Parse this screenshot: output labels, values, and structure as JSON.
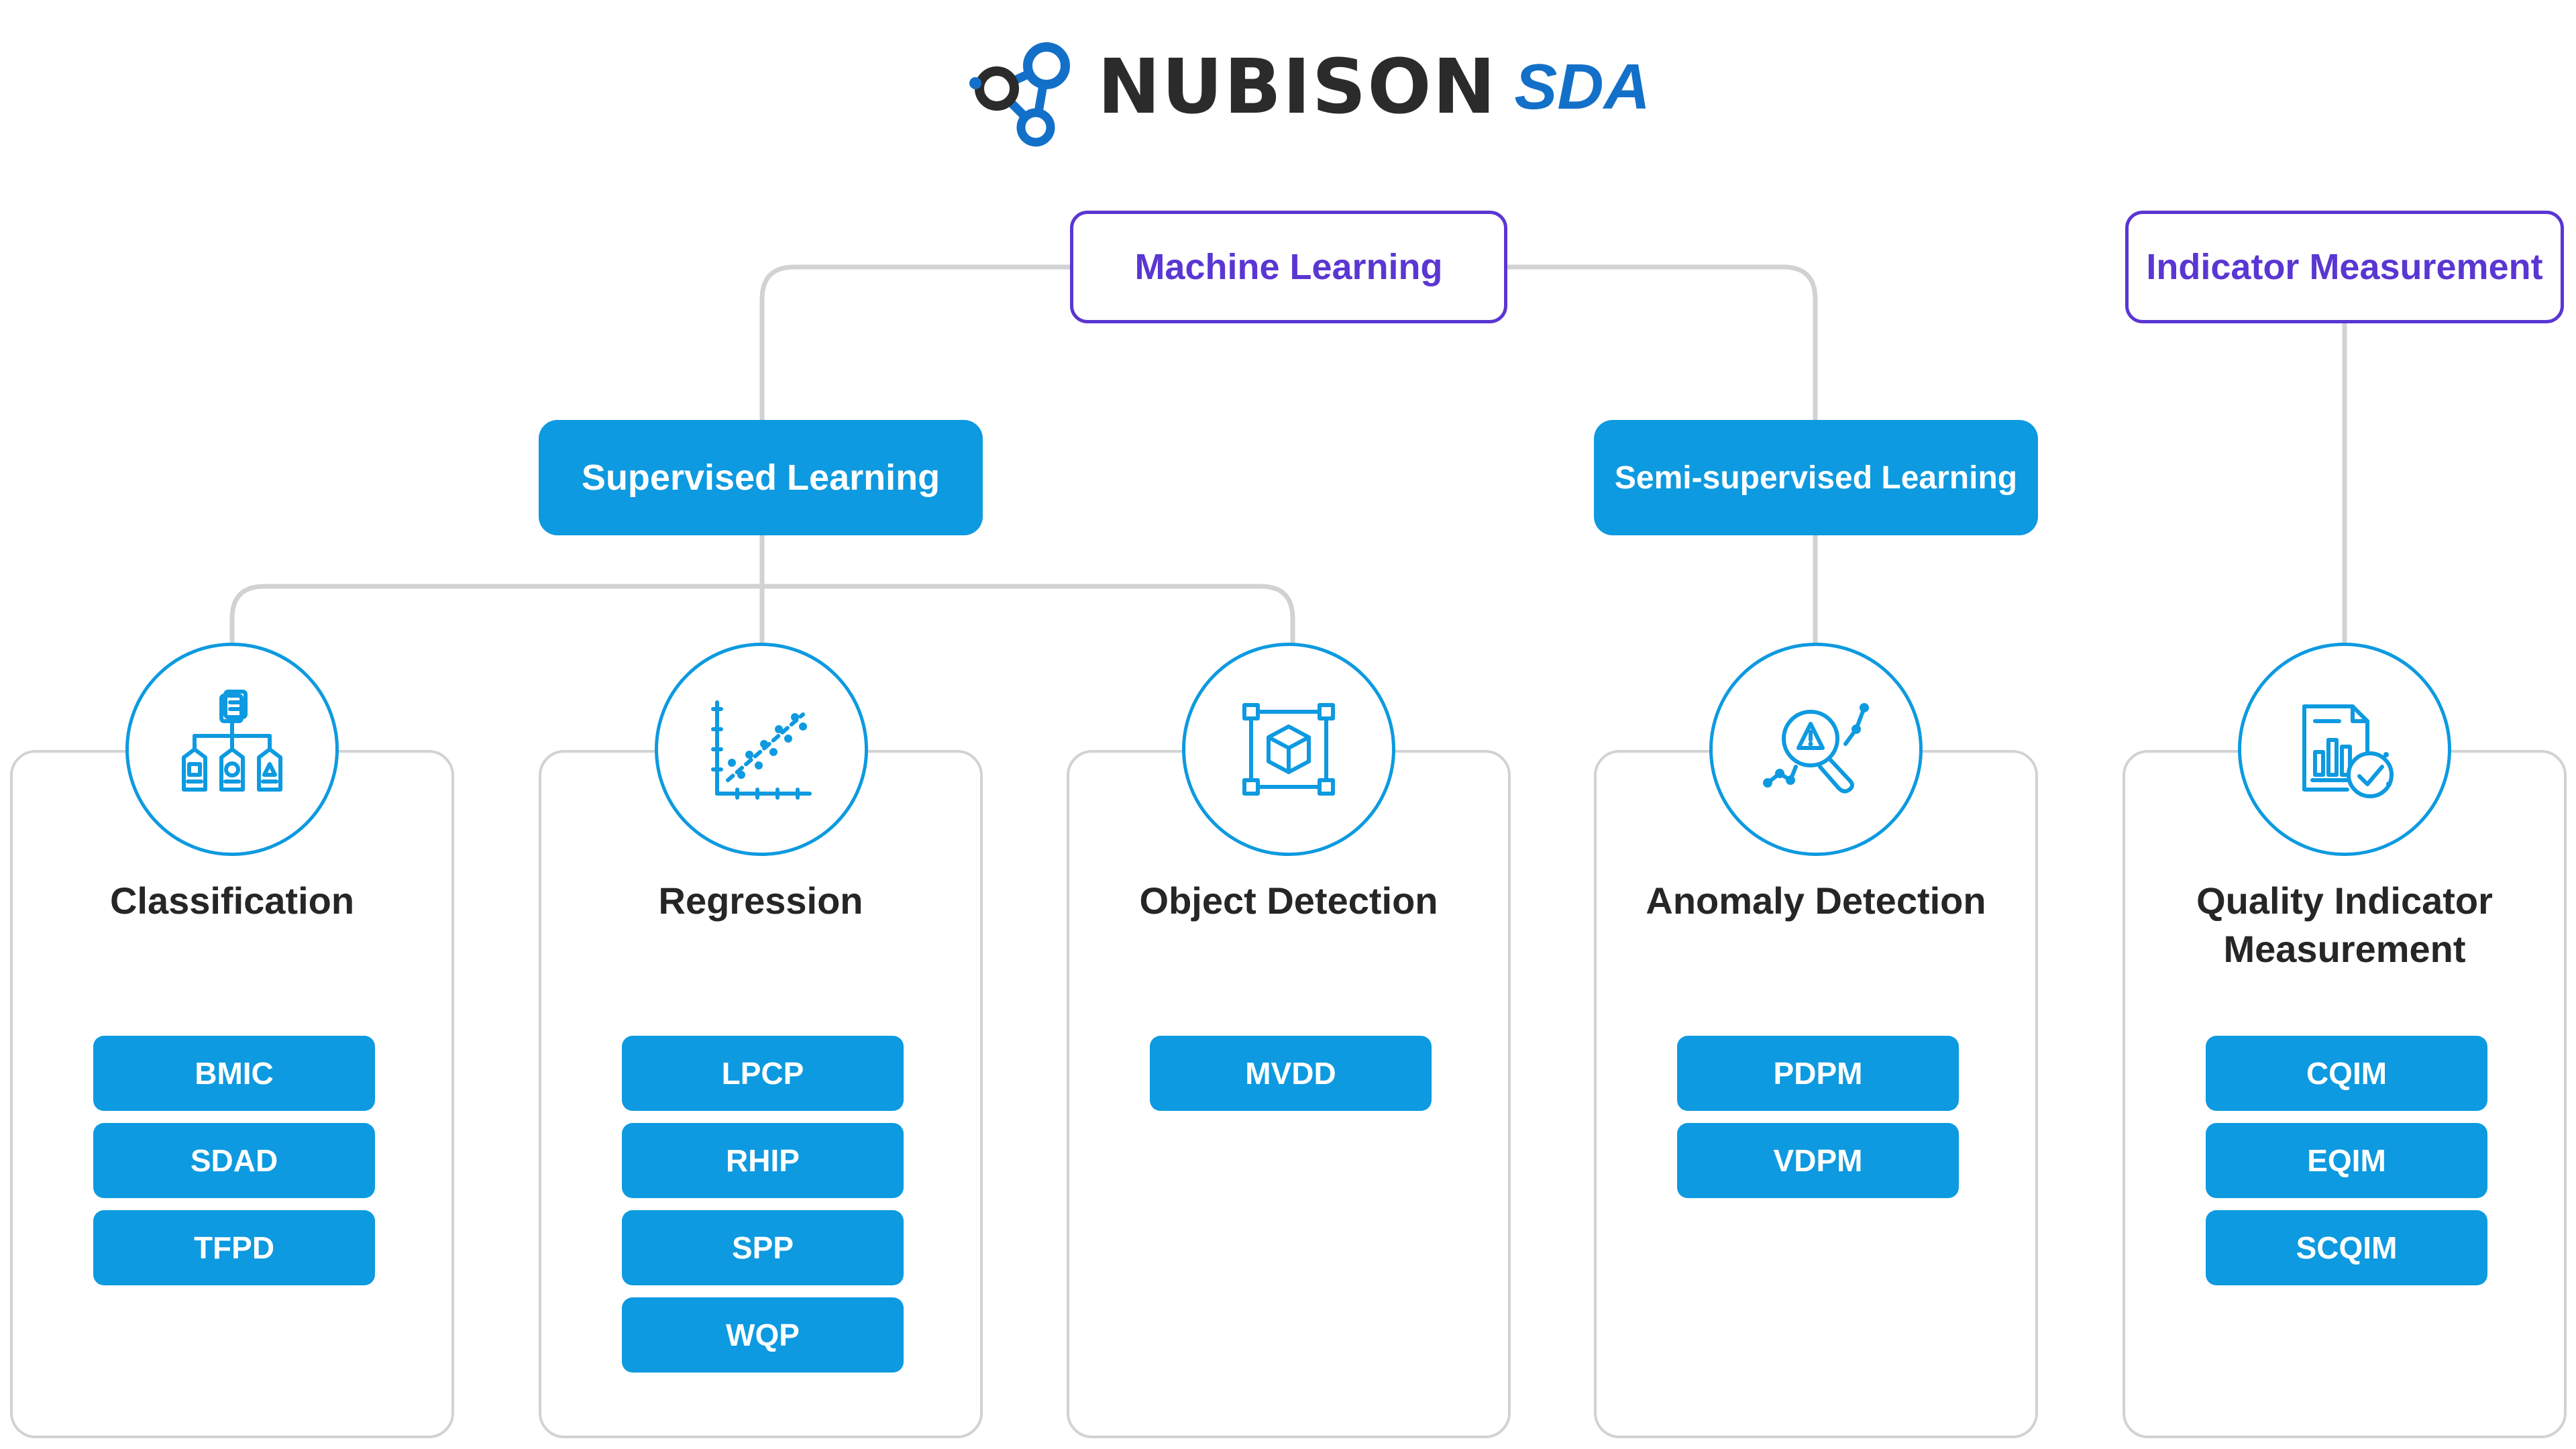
{
  "logo": {
    "icon": "molecule-icon",
    "wordmark": "NUBISON",
    "accent": "SDA"
  },
  "colors": {
    "accent": "#0d9ae0",
    "heading": "#5a36d2",
    "connector": "#d2d2d2",
    "logo_dark": "#2b2b2b",
    "logo_blue": "#1370c8"
  },
  "top_nodes": {
    "machine_learning": "Machine Learning",
    "indicator_measurement": "Indicator Measurement"
  },
  "branches": {
    "supervised": "Supervised Learning",
    "semi_supervised": "Semi-supervised Learning"
  },
  "categories": [
    {
      "title": "Classification",
      "icon": "hierarchy-icon",
      "items": [
        "BMIC",
        "SDAD",
        "TFPD"
      ]
    },
    {
      "title": "Regression",
      "icon": "scatter-plot-icon",
      "items": [
        "LPCP",
        "RHIP",
        "SPP",
        "WQP"
      ]
    },
    {
      "title": "Object Detection",
      "icon": "bounding-box-icon",
      "items": [
        "MVDD"
      ]
    },
    {
      "title": "Anomaly Detection",
      "icon": "magnifier-warning-icon",
      "items": [
        "PDPM",
        "VDPM"
      ]
    },
    {
      "title": "Quality Indicator Measurement",
      "icon": "report-check-icon",
      "items": [
        "CQIM",
        "EQIM",
        "SCQIM"
      ]
    }
  ]
}
